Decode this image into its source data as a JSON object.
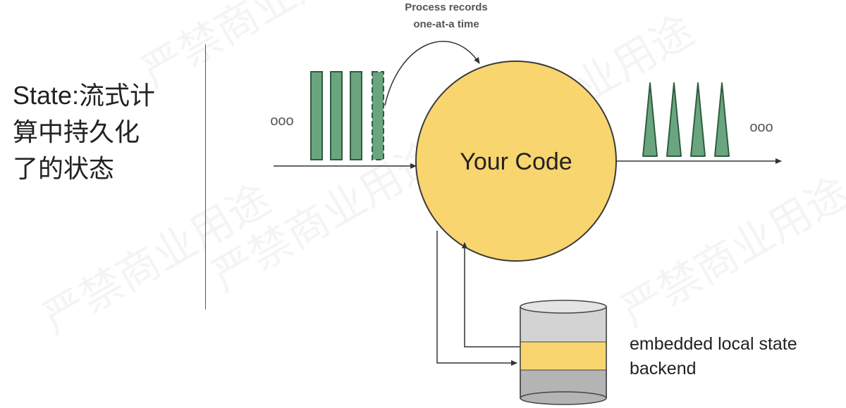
{
  "title": {
    "line1": "State:流式计",
    "line2": "算中持久化",
    "line3": "了的状态"
  },
  "diagram": {
    "process_label_line1": "Process records",
    "process_label_line2": "one-at-a time",
    "center_label": "Your Code",
    "backend_label_line1": "embedded local state",
    "backend_label_line2": "backend",
    "ellipsis_in": "ooo",
    "ellipsis_out": "ooo"
  },
  "watermark": {
    "text": "严禁商业用途"
  },
  "colors": {
    "record_green": "#6ba57f",
    "record_stroke": "#2e5d3f",
    "circle_fill": "#f8d56e",
    "circle_stroke": "#3a3a3a",
    "db_gray_light": "#d3d3d3",
    "db_gray_dark": "#b4b4b4",
    "db_yellow": "#f8d56e"
  }
}
